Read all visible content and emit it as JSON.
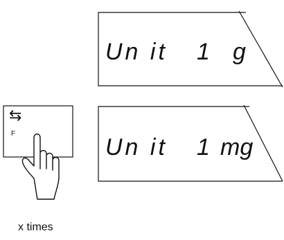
{
  "display_1": {
    "text_unit": "Un it",
    "text_num": "1",
    "text_unit_value": "g"
  },
  "display_2": {
    "text_unit": "Un it",
    "text_num": "1",
    "text_unit_value": "mg"
  },
  "key": {
    "symbol": "⇆",
    "label": "F"
  },
  "caption": "x times"
}
